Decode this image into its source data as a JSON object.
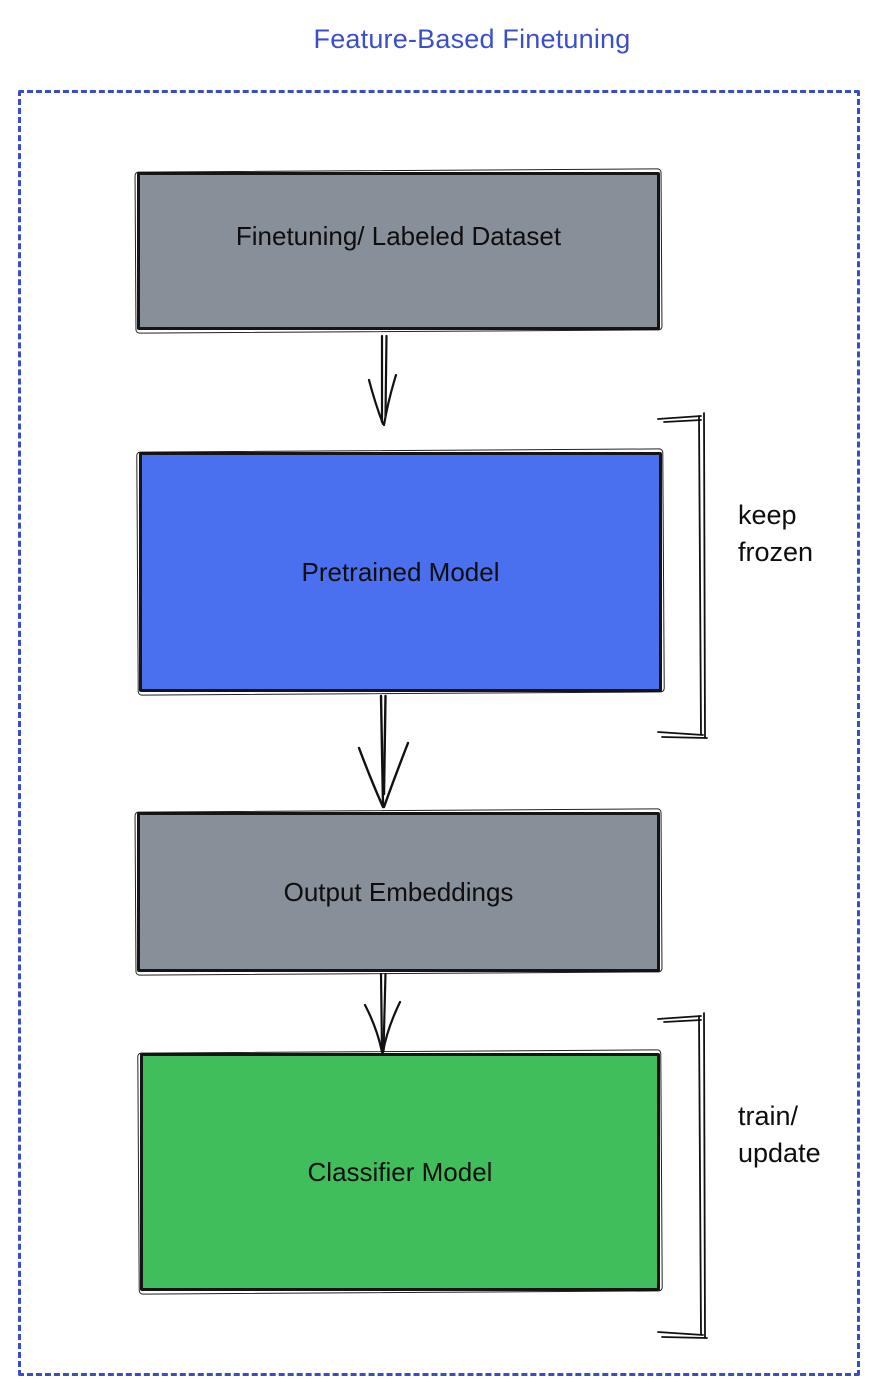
{
  "title": {
    "text": "Feature-Based Finetuning"
  },
  "colors": {
    "title_blue": "#3c4fca",
    "frame_dotted_blue": "#3a4cc9",
    "node_gray": "#878f99",
    "node_blue": "#4a6fef",
    "node_green": "#41be5c",
    "stroke_black": "#151515"
  },
  "nodes": [
    {
      "id": "finetuning-dataset",
      "label": "Finetuning/ Labeled Dataset",
      "fill": "#878f99"
    },
    {
      "id": "pretrained-model",
      "label": "Pretrained Model",
      "fill": "#4a6fef"
    },
    {
      "id": "output-embeddings",
      "label": "Output Embeddings",
      "fill": "#878f99"
    },
    {
      "id": "classifier-model",
      "label": "Classifier Model",
      "fill": "#41be5c"
    }
  ],
  "annotations": [
    {
      "target": "pretrained-model",
      "label": "keep\nfrozen"
    },
    {
      "target": "classifier-model",
      "label": "train/\nupdate"
    }
  ]
}
